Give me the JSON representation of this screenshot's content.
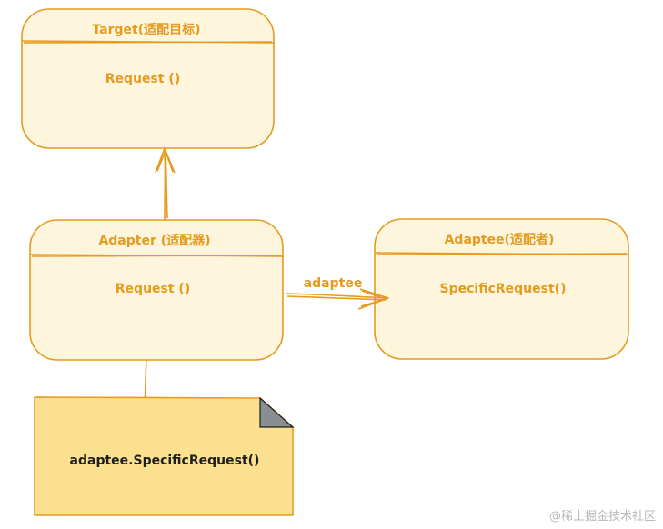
{
  "colors": {
    "stroke": "#e69a1f",
    "box_fill": "#fdf6dd",
    "note_fill": "#fbe08f",
    "note_fold": "#8a8d91",
    "note_text": "#1e1e1e",
    "watermark": "#b9b9b9"
  },
  "diagram": {
    "target": {
      "title": "Target(适配目标)",
      "method": "Request ()"
    },
    "adapter": {
      "title": "Adapter (适配器)",
      "method": "Request ()"
    },
    "adaptee": {
      "title": "Adaptee(适配者)",
      "method": "SpecificRequest()"
    },
    "edges": {
      "adapter_to_adaptee": {
        "label": "adaptee"
      }
    },
    "note": {
      "text": "adaptee.SpecificRequest()"
    }
  },
  "watermark": "@稀土掘金技术社区"
}
